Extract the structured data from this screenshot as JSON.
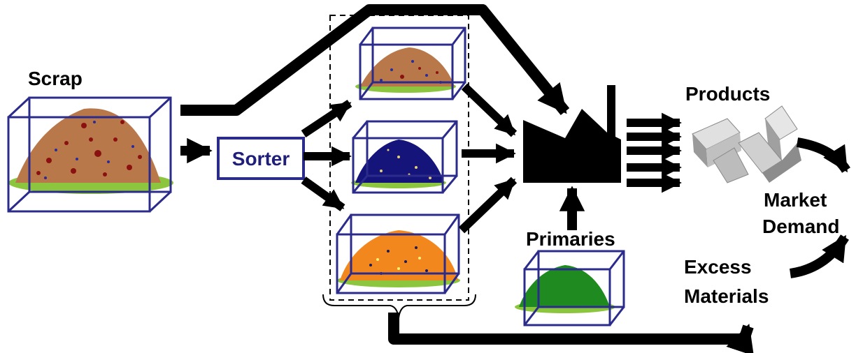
{
  "labels": {
    "scrap": "Scrap",
    "sorter": "Sorter",
    "products": "Products",
    "primaries": "Primaries",
    "market_line1": "Market",
    "market_line2": "Demand",
    "excess_line1": "Excess",
    "excess_line2": "Materials"
  },
  "colors": {
    "box_stroke": "#2b2b8c",
    "arrow": "#000000",
    "pile_brown": "#b9784a",
    "pile_navy": "#14147a",
    "pile_orange": "#f2871e",
    "pile_green": "#1f8a1f",
    "grass": "#8cc63f",
    "block_gray": "#b3b3b3"
  },
  "icons": {
    "factory": "factory-icon",
    "products": "product-blocks-icon"
  }
}
